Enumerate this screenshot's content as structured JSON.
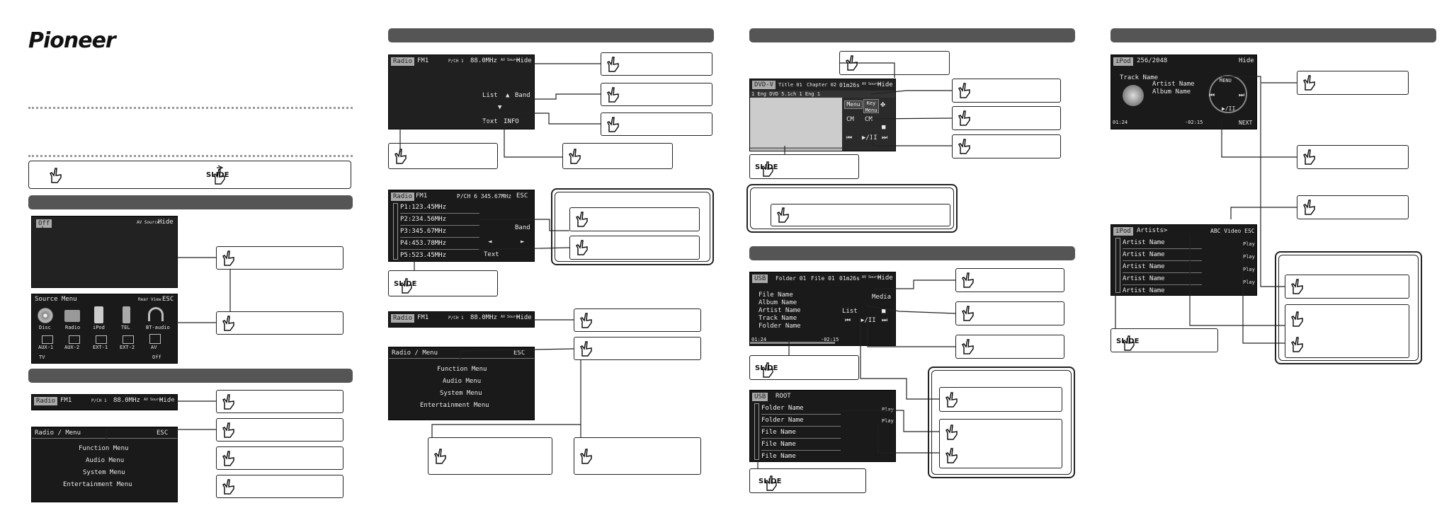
{
  "brand": "Pioneer",
  "legend": {
    "slide_label": "SLIDE"
  },
  "panel1": {
    "top": {
      "off": "Off",
      "hide": "Hide",
      "av": "AV Source"
    },
    "source_menu": {
      "title": "Source Menu",
      "esc": "ESC",
      "av": "Rear View",
      "row1": [
        "Disc",
        "Radio",
        "iPod",
        "TEL",
        "BT-audio"
      ],
      "row2": [
        "AUX-1",
        "AUX-2",
        "EXT-1",
        "EXT-2",
        "AV"
      ],
      "row3": [
        "TV",
        "",
        "",
        "",
        "Off"
      ]
    },
    "tuner": {
      "source": "Radio",
      "band": "FM1",
      "ch": "P/CH 1",
      "freq": "88.0MHz",
      "hide": "Hide",
      "av": "AV Source"
    },
    "menu": {
      "path": "Radio / Menu",
      "esc": "ESC",
      "items": [
        "Function Menu",
        "Audio Menu",
        "System Menu",
        "Entertainment Menu"
      ]
    }
  },
  "panel2": {
    "tuner": {
      "source": "Radio",
      "band": "FM1",
      "ch": "P/CH 1",
      "freq": "88.0MHz",
      "hide": "Hide",
      "av": "AV Source",
      "list": "List",
      "band_btn": "Band",
      "text": "Text",
      "info": "INFO"
    },
    "preset": {
      "source": "Radio",
      "band": "FM1",
      "freq": "P/CH 6 345.67MHz",
      "esc": "ESC",
      "items": [
        "P1:123.45MHz",
        "P2:234.56MHz",
        "P3:345.67MHz",
        "P4:453.78MHz",
        "P5:523.45MHz"
      ],
      "band_btn": "Band",
      "text": "Text"
    },
    "tuner2": {
      "source": "Radio",
      "band": "FM1",
      "ch": "P/CH 1",
      "freq": "88.0MHz",
      "hide": "Hide",
      "av": "AV Source"
    },
    "menu": {
      "path": "Radio / Menu",
      "esc": "ESC",
      "items": [
        "Function Menu",
        "Audio Menu",
        "System Menu",
        "Entertainment Menu"
      ]
    }
  },
  "panel3": {
    "dvd": {
      "source": "DVD-V",
      "title": "Title 01",
      "chapter": "Chapter 02",
      "time": "01m26s",
      "hide": "Hide",
      "av": "AV Source",
      "menu": "Menu",
      "key": "Key Menu",
      "info": "1 Eng  DVD 5.1ch  1 Eng  1"
    },
    "usb": {
      "source": "USB",
      "folder_no": "Folder 01",
      "file_no": "File 01",
      "time": "01m26s",
      "hide": "Hide",
      "av": "AV Source",
      "media": "Media",
      "list": "List",
      "lines": [
        "File Name",
        "Album Name",
        "Artist Name",
        "Track Name",
        "Folder Name"
      ],
      "t1": "01:24",
      "t2": "-02:15"
    },
    "list": {
      "source": "USB",
      "root": "ROOT",
      "items": [
        "Folder Name",
        "Folder Name",
        "File Name",
        "File Name",
        "File Name"
      ],
      "play": "Play"
    }
  },
  "panel4": {
    "ipod": {
      "source": "iPod",
      "count": "256/2048",
      "hide": "Hide",
      "track": "Track Name",
      "artist": "Artist Name",
      "album": "Album Name",
      "menu": "MENU",
      "t1": "01:24",
      "t2": "-02:15",
      "next": "NEXT"
    },
    "list": {
      "source": "iPod",
      "path": "Artists>",
      "mode": "ABC Video ESC",
      "items": [
        "Artist Name",
        "Artist Name",
        "Artist Name",
        "Artist Name",
        "Artist Name"
      ],
      "play": "Play"
    }
  }
}
